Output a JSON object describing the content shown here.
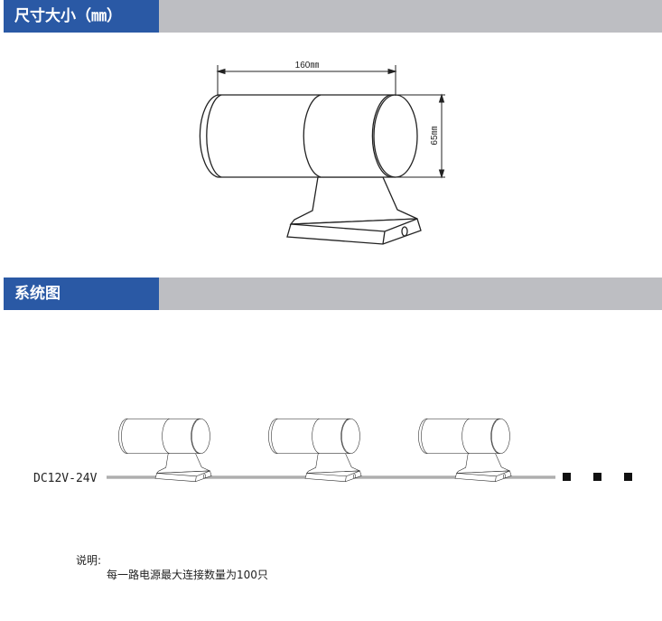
{
  "sections": [
    {
      "title": "尺寸大小（㎜）"
    },
    {
      "title": "系统图"
    }
  ],
  "dimensions": {
    "width_label": "160㎜",
    "height_label": "65㎜"
  },
  "system": {
    "power_label": "DC12V-24V",
    "lamp_count_shown": 3,
    "continuation_marks": 3
  },
  "notes": {
    "heading": "说明:",
    "text": "每一路电源最大连接数量为100只"
  }
}
